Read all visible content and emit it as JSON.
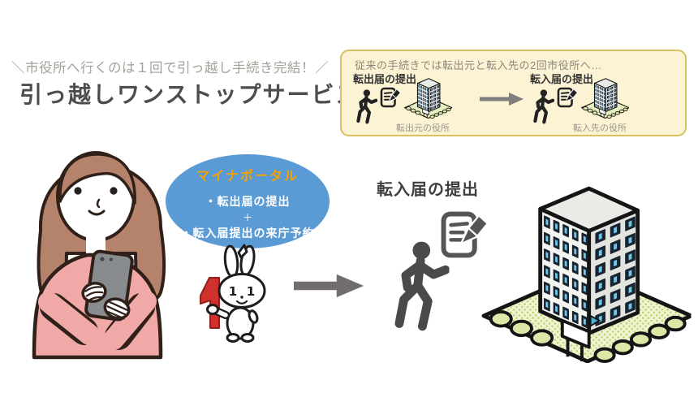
{
  "header": {
    "slogan": "＼市役所へ行くのは１回で引っ越し手続き完結！／",
    "title": "引っ越しワンストップサービス"
  },
  "legacy_box": {
    "caption": "従来の手続きでは転出元と転入先の2回市役所へ…",
    "steps": [
      {
        "label": "転出届の提出",
        "building_caption": "転出元の役所"
      },
      {
        "label": "転入届の提出",
        "building_caption": "転入先の役所"
      }
    ]
  },
  "portal_bubble": {
    "title": "マイナポータル",
    "item1": "・転出届の提出",
    "plus": "＋",
    "item2": "・転入届提出の来庁予約"
  },
  "main_flow": {
    "label": "転入届の提出"
  },
  "mascot": {
    "numeral": "1",
    "eye_left": "1",
    "eye_right": "1"
  },
  "colors": {
    "bubble_blue": "#5B9BD5",
    "bubble_title_orange": "#F5A200",
    "legacy_bg": "#FBF3D3",
    "legacy_border": "#D9C05E",
    "arrow_gray": "#716D6D",
    "pictogram_dark": "#4A4A4A",
    "mascot_red": "#D0312D",
    "sweater_pink": "#F0A9A6",
    "hair_brown": "#B5826B",
    "window_navy": "#18242F",
    "window_cyan": "#6EC6E8",
    "grass_green": "#BCD36F"
  }
}
